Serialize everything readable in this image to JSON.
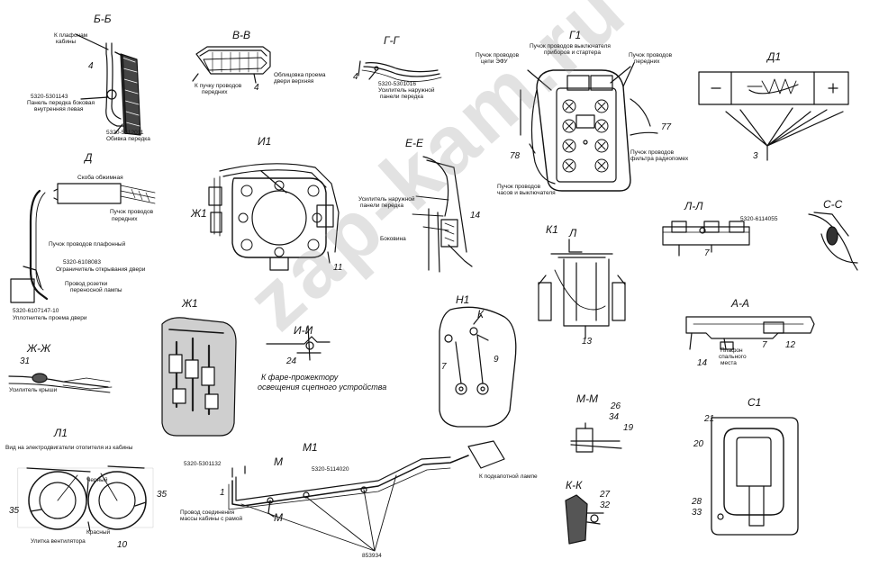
{
  "watermark": "zap-kam.ru",
  "sections": {
    "bb": "Б-Б",
    "vv": "В-В",
    "gg": "Г-Г",
    "g1": "Г1",
    "d1": "Д1",
    "i1": "И1",
    "ee": "Е-Е",
    "d": "Д",
    "zh1": "Ж1",
    "ii": "И-И",
    "zhzh": "Ж-Ж",
    "n1": "Н1",
    "k1": "К1",
    "l": "Л",
    "ll": "Л-Л",
    "ss": "С-С",
    "aa": "А-А",
    "k": "К",
    "mm": "М-М",
    "s1": "С1",
    "l1": "Л1",
    "m1": "М1",
    "kk": "К-К",
    "m": "М",
    "zh1b": "Ж1"
  },
  "labels": {
    "bb_k_plafonu": "К плафонам",
    "bb_kabiny": "кабины",
    "bb_part": "5320-5301143",
    "bb_panel1": "Панель передка боковая",
    "bb_panel2": "внутренняя левая",
    "bb_part2": "5320-5312011",
    "bb_obivka": "Обивка передка",
    "vv_k_puchku1": "К пучку проводов",
    "vv_k_puchku2": "передних",
    "vv_obl1": "Облицовка проема",
    "vv_obl2": "двери верхняя",
    "gg_part": "5320-5301016",
    "gg_usil1": "Усилитель наружной",
    "gg_usil2": "панели передка",
    "g1_puchok_vykl1": "Пучок проводов выключателя",
    "g1_puchok_vykl2": "приборов и стартера",
    "g1_puchok_efu1": "Пучок проводов",
    "g1_puchok_efu2": "цепи ЭФУ",
    "g1_puchok_per1": "Пучок проводов",
    "g1_puchok_per2": "передних",
    "g1_puchok_fil1": "Пучок проводов",
    "g1_puchok_fil2": "фильтра радиопомех",
    "g1_puchok_chas1": "Пучок проводов",
    "g1_puchok_chas2": "часов и выключателя",
    "d_skoba": "Скоба обжимная",
    "d_puchok_per1": "Пучок проводов",
    "d_puchok_per2": "передних",
    "d_puchok_plaf": "Пучок проводов плафонный",
    "d_part": "5320-6108083",
    "d_ogr": "Ограничитель открывания двери",
    "d_provod1": "Провод розетки",
    "d_provod2": "переносной лампы",
    "d_part2": "5320-6107147-10",
    "d_upl": "Уплотнитель проема двери",
    "ee_usil1": "Усилитель наружной",
    "ee_usil2": "панели передка",
    "ee_bokovina": "Боковина",
    "ii_note1": "К фаре-прожектору",
    "ii_note2": "освещения сцепного устройства",
    "zhzh_usil": "Усилитель крыши",
    "ll_part": "5320-6114055",
    "aa_plafon1": "Плафон",
    "aa_plafon2": "спального",
    "aa_plafon3": "места",
    "l1_vid": "Вид на электродвигатели отопителя из кабины",
    "l1_chernyy": "Черный",
    "l1_krasnyy": "Красный",
    "l1_ulitka": "Улитка вентилятора",
    "m1_part1": "5320-5301132",
    "m1_part2": "5320-5114020",
    "m1_provod1": "Провод соединения",
    "m1_provod2": "массы кабины с рамой",
    "m1_k_lampe": "К подкапотной лампе",
    "m1_code": "853934"
  },
  "numbers": {
    "n4a": "4",
    "n4b": "4",
    "n4c": "4",
    "n11": "11",
    "n14a": "14",
    "n78": "78",
    "n77": "77",
    "n3": "3",
    "n24": "24",
    "n31": "31",
    "n7a": "7",
    "n9": "9",
    "n13": "13",
    "n7b": "7",
    "n7c": "7",
    "n12": "12",
    "n14b": "14",
    "n26": "26",
    "n34": "34",
    "n19": "19",
    "n21": "21",
    "n20": "20",
    "n28": "28",
    "n33": "33",
    "n35a": "35",
    "n35b": "35",
    "n10": "10",
    "n1": "1",
    "n27": "27",
    "n32": "32"
  }
}
